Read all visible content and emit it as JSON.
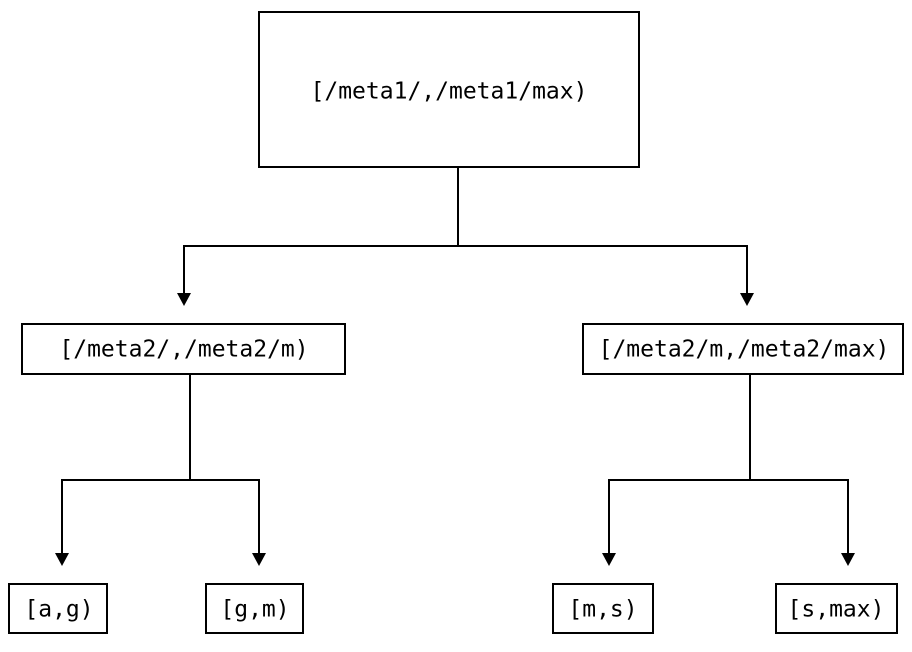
{
  "diagram": {
    "type": "binary-interval-tree",
    "background_color": "#ffffff",
    "line_color": "#000000",
    "text_color": "#000000",
    "levels": 3,
    "nodes": {
      "root": {
        "label": "[/meta1/,/meta1/max)",
        "level": 0
      },
      "mid_left": {
        "label": "[/meta2/,/meta2/m)",
        "level": 1
      },
      "mid_right": {
        "label": "[/meta2/m,/meta2/max)",
        "level": 1
      },
      "leaf_1": {
        "label": "[a,g)",
        "level": 2
      },
      "leaf_2": {
        "label": "[g,m)",
        "level": 2
      },
      "leaf_3": {
        "label": "[m,s)",
        "level": 2
      },
      "leaf_4": {
        "label": "[s,max)",
        "level": 2
      }
    },
    "edges": [
      {
        "from": "root",
        "to": "mid_left"
      },
      {
        "from": "root",
        "to": "mid_right"
      },
      {
        "from": "mid_left",
        "to": "leaf_1"
      },
      {
        "from": "mid_left",
        "to": "leaf_2"
      },
      {
        "from": "mid_right",
        "to": "leaf_3"
      },
      {
        "from": "mid_right",
        "to": "leaf_4"
      }
    ]
  }
}
